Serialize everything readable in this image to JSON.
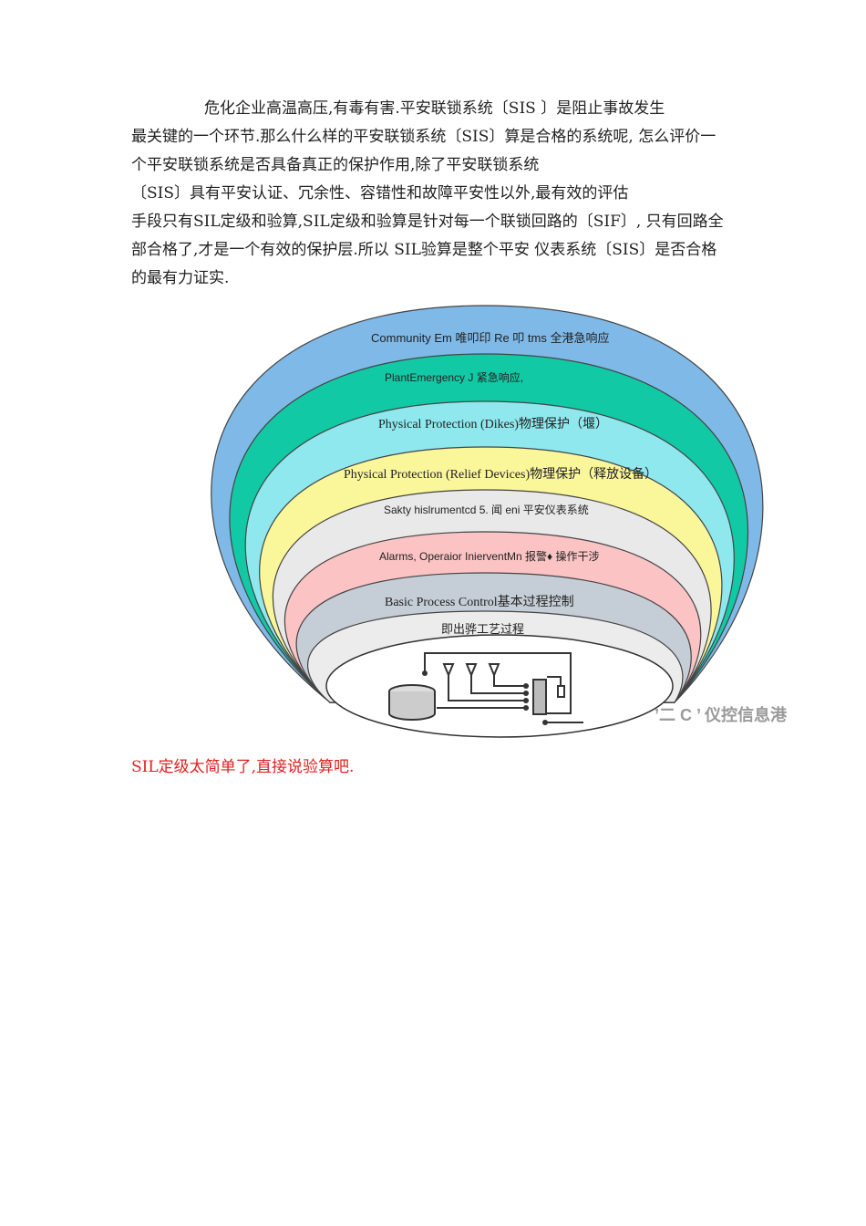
{
  "paragraph": {
    "lines": [
      "危化企业高温高压,有毒有害.平安联锁系统〔SIS 〕是阻止事故发生",
      "最关键的一个环节.那么什么样的平安联锁系统〔SIS〕算是合格的系统呢, 怎么评价一",
      "个平安联锁系统是否具备真正的保护作用,除了平安联锁系统",
      "〔SIS〕具有平安认证、冗余性、容错性和故障平安性以外,最有效的评估",
      "手段只有SIL定级和验算,SIL定级和验算是针对每一个联锁回路的〔SIF〕, 只有回路全",
      "部合格了,才是一个有效的保护层.所以 SIL验算是整个平安 仪表系统〔SIS〕是否合格",
      "的最有力证实."
    ]
  },
  "diagram": {
    "layers": [
      {
        "label": "Community Em 唯叩印 Re 叩 tms 全港急响应",
        "color": "#7fb9e8"
      },
      {
        "label": "PlantEmergency J 紧急响应,",
        "color": "#12c9a6"
      },
      {
        "label": "Physical Protection (Dikes)物理保护（堰）",
        "color": "#8ee8ee"
      },
      {
        "label": "Physical Protection (Relief Devices)物理保护（释放设备）",
        "color": "#faf69a"
      },
      {
        "label": "Sakty hislrumentcd 5. 闻 eni 平安仪表系统",
        "color": "#e9e9e9"
      },
      {
        "label": "Alarms, Operaior InierventMn 报警♦ 操作干涉",
        "color": "#fbc3c3"
      },
      {
        "label": "Basic Process Control基本过程控制",
        "color": "#c5cdd6"
      },
      {
        "label": "即出骅工艺过程",
        "color": "#ececec"
      }
    ],
    "watermark": "’二 C ’ 仪控信息港"
  },
  "note": "SIL定级太简单了,直接说验算吧."
}
